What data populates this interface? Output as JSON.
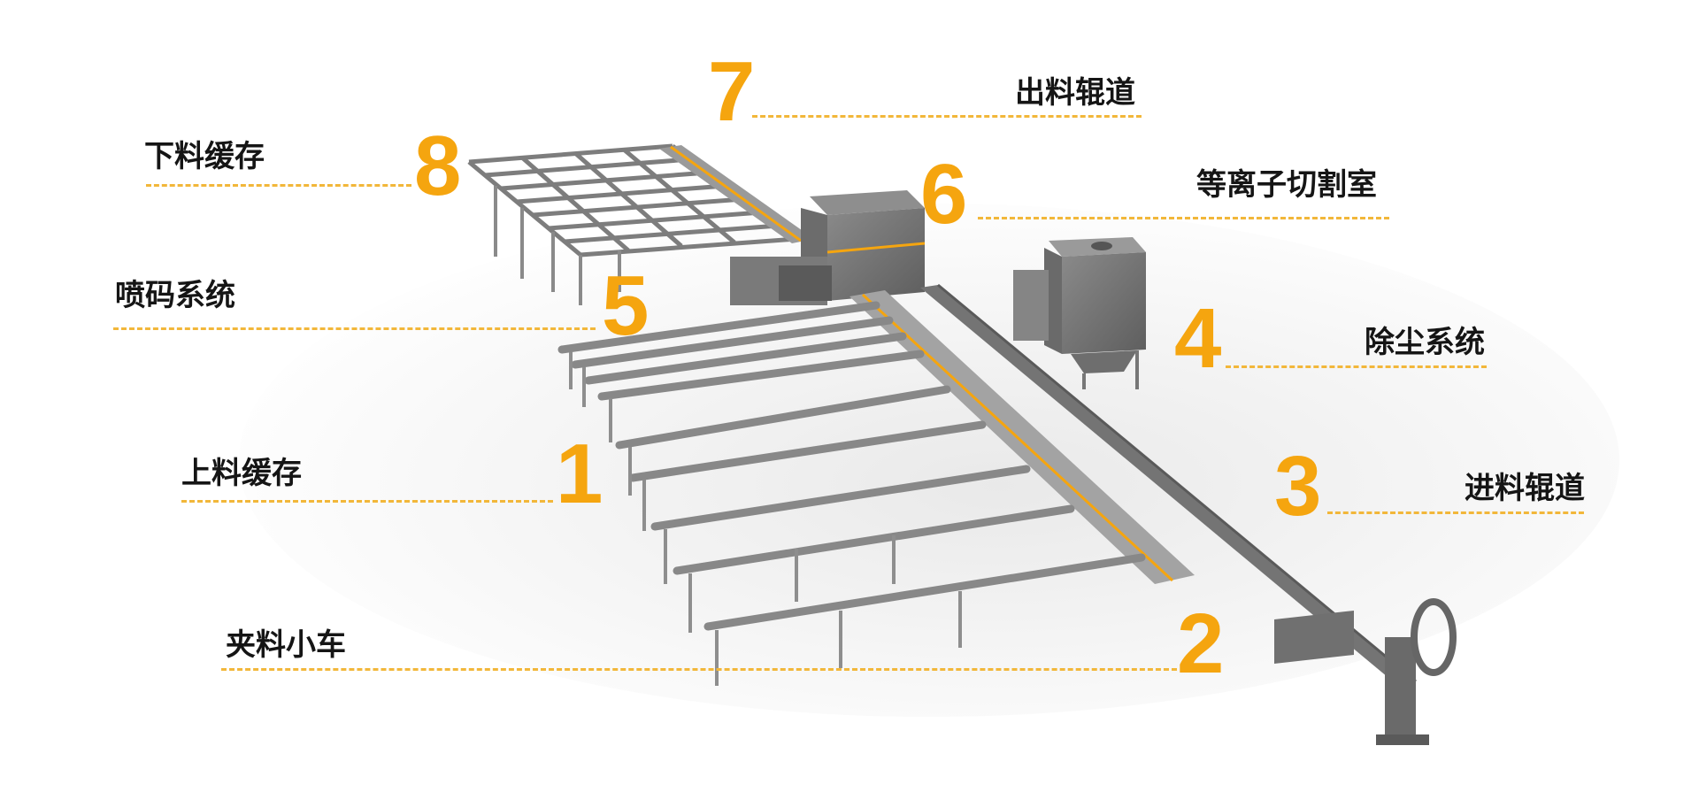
{
  "accent_color": "#f5a50f",
  "components": [
    {
      "num": "1",
      "label": "上料缓存"
    },
    {
      "num": "2",
      "label": "夹料小车"
    },
    {
      "num": "3",
      "label": "进料辊道"
    },
    {
      "num": "4",
      "label": "除尘系统"
    },
    {
      "num": "5",
      "label": "喷码系统"
    },
    {
      "num": "6",
      "label": "等离子切割室"
    },
    {
      "num": "7",
      "label": "出料辊道"
    },
    {
      "num": "8",
      "label": "下料缓存"
    }
  ]
}
